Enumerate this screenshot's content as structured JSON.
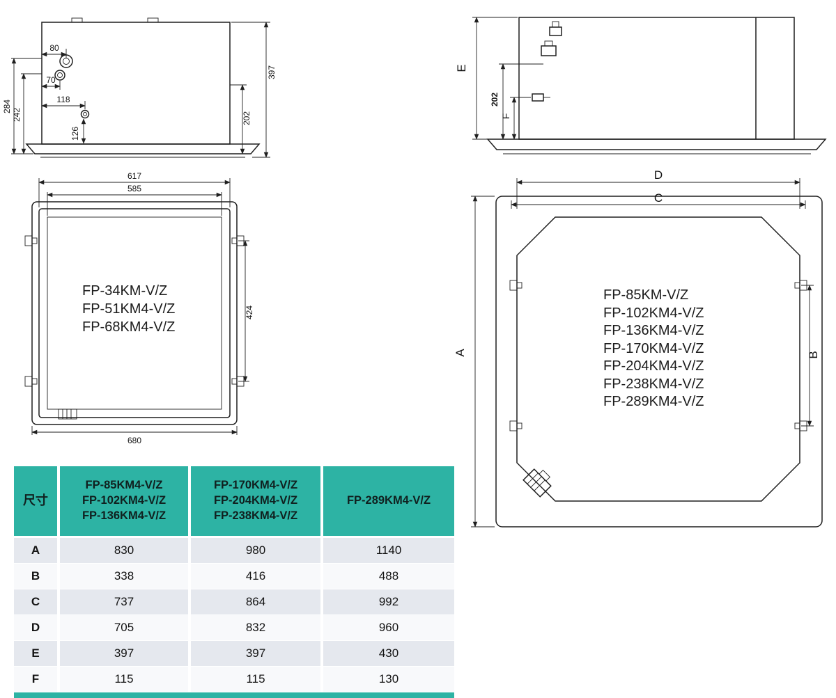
{
  "colors": {
    "teal_header": "#2db3a4",
    "row_alt": "#e5e8ee",
    "row_plain": "#f8f9fb",
    "line": "#1f1f1f"
  },
  "drawing_side_left": {
    "dim_80": "80",
    "dim_70": "70",
    "dim_118": "118",
    "dim_126": "126",
    "dim_284": "284",
    "dim_242": "242",
    "dim_397": "397",
    "dim_202": "202"
  },
  "drawing_side_right": {
    "dim_E": "E",
    "dim_202": "202",
    "dim_F": "F"
  },
  "drawing_plan_small": {
    "dim_617": "617",
    "dim_585": "585",
    "dim_424": "424",
    "dim_680": "680",
    "models": [
      "FP-34KM-V/Z",
      "FP-51KM4-V/Z",
      "FP-68KM4-V/Z"
    ]
  },
  "drawing_plan_large": {
    "dim_D": "D",
    "dim_C": "C",
    "dim_A": "A",
    "dim_B": "B",
    "models": [
      "FP-85KM-V/Z",
      "FP-102KM4-V/Z",
      "FP-136KM4-V/Z",
      "FP-170KM4-V/Z",
      "FP-204KM4-V/Z",
      "FP-238KM4-V/Z",
      "FP-289KM4-V/Z"
    ]
  },
  "table": {
    "corner_label": "尺寸",
    "col1": [
      "FP-85KM4-V/Z",
      "FP-102KM4-V/Z",
      "FP-136KM4-V/Z"
    ],
    "col2": [
      "FP-170KM4-V/Z",
      "FP-204KM4-V/Z",
      "FP-238KM4-V/Z"
    ],
    "col3": [
      "FP-289KM4-V/Z"
    ],
    "rows": [
      {
        "label": "A",
        "v1": "830",
        "v2": "980",
        "v3": "1140"
      },
      {
        "label": "B",
        "v1": "338",
        "v2": "416",
        "v3": "488"
      },
      {
        "label": "C",
        "v1": "737",
        "v2": "864",
        "v3": "992"
      },
      {
        "label": "D",
        "v1": "705",
        "v2": "832",
        "v3": "960"
      },
      {
        "label": "E",
        "v1": "397",
        "v2": "397",
        "v3": "430"
      },
      {
        "label": "F",
        "v1": "115",
        "v2": "115",
        "v3": "130"
      }
    ]
  }
}
